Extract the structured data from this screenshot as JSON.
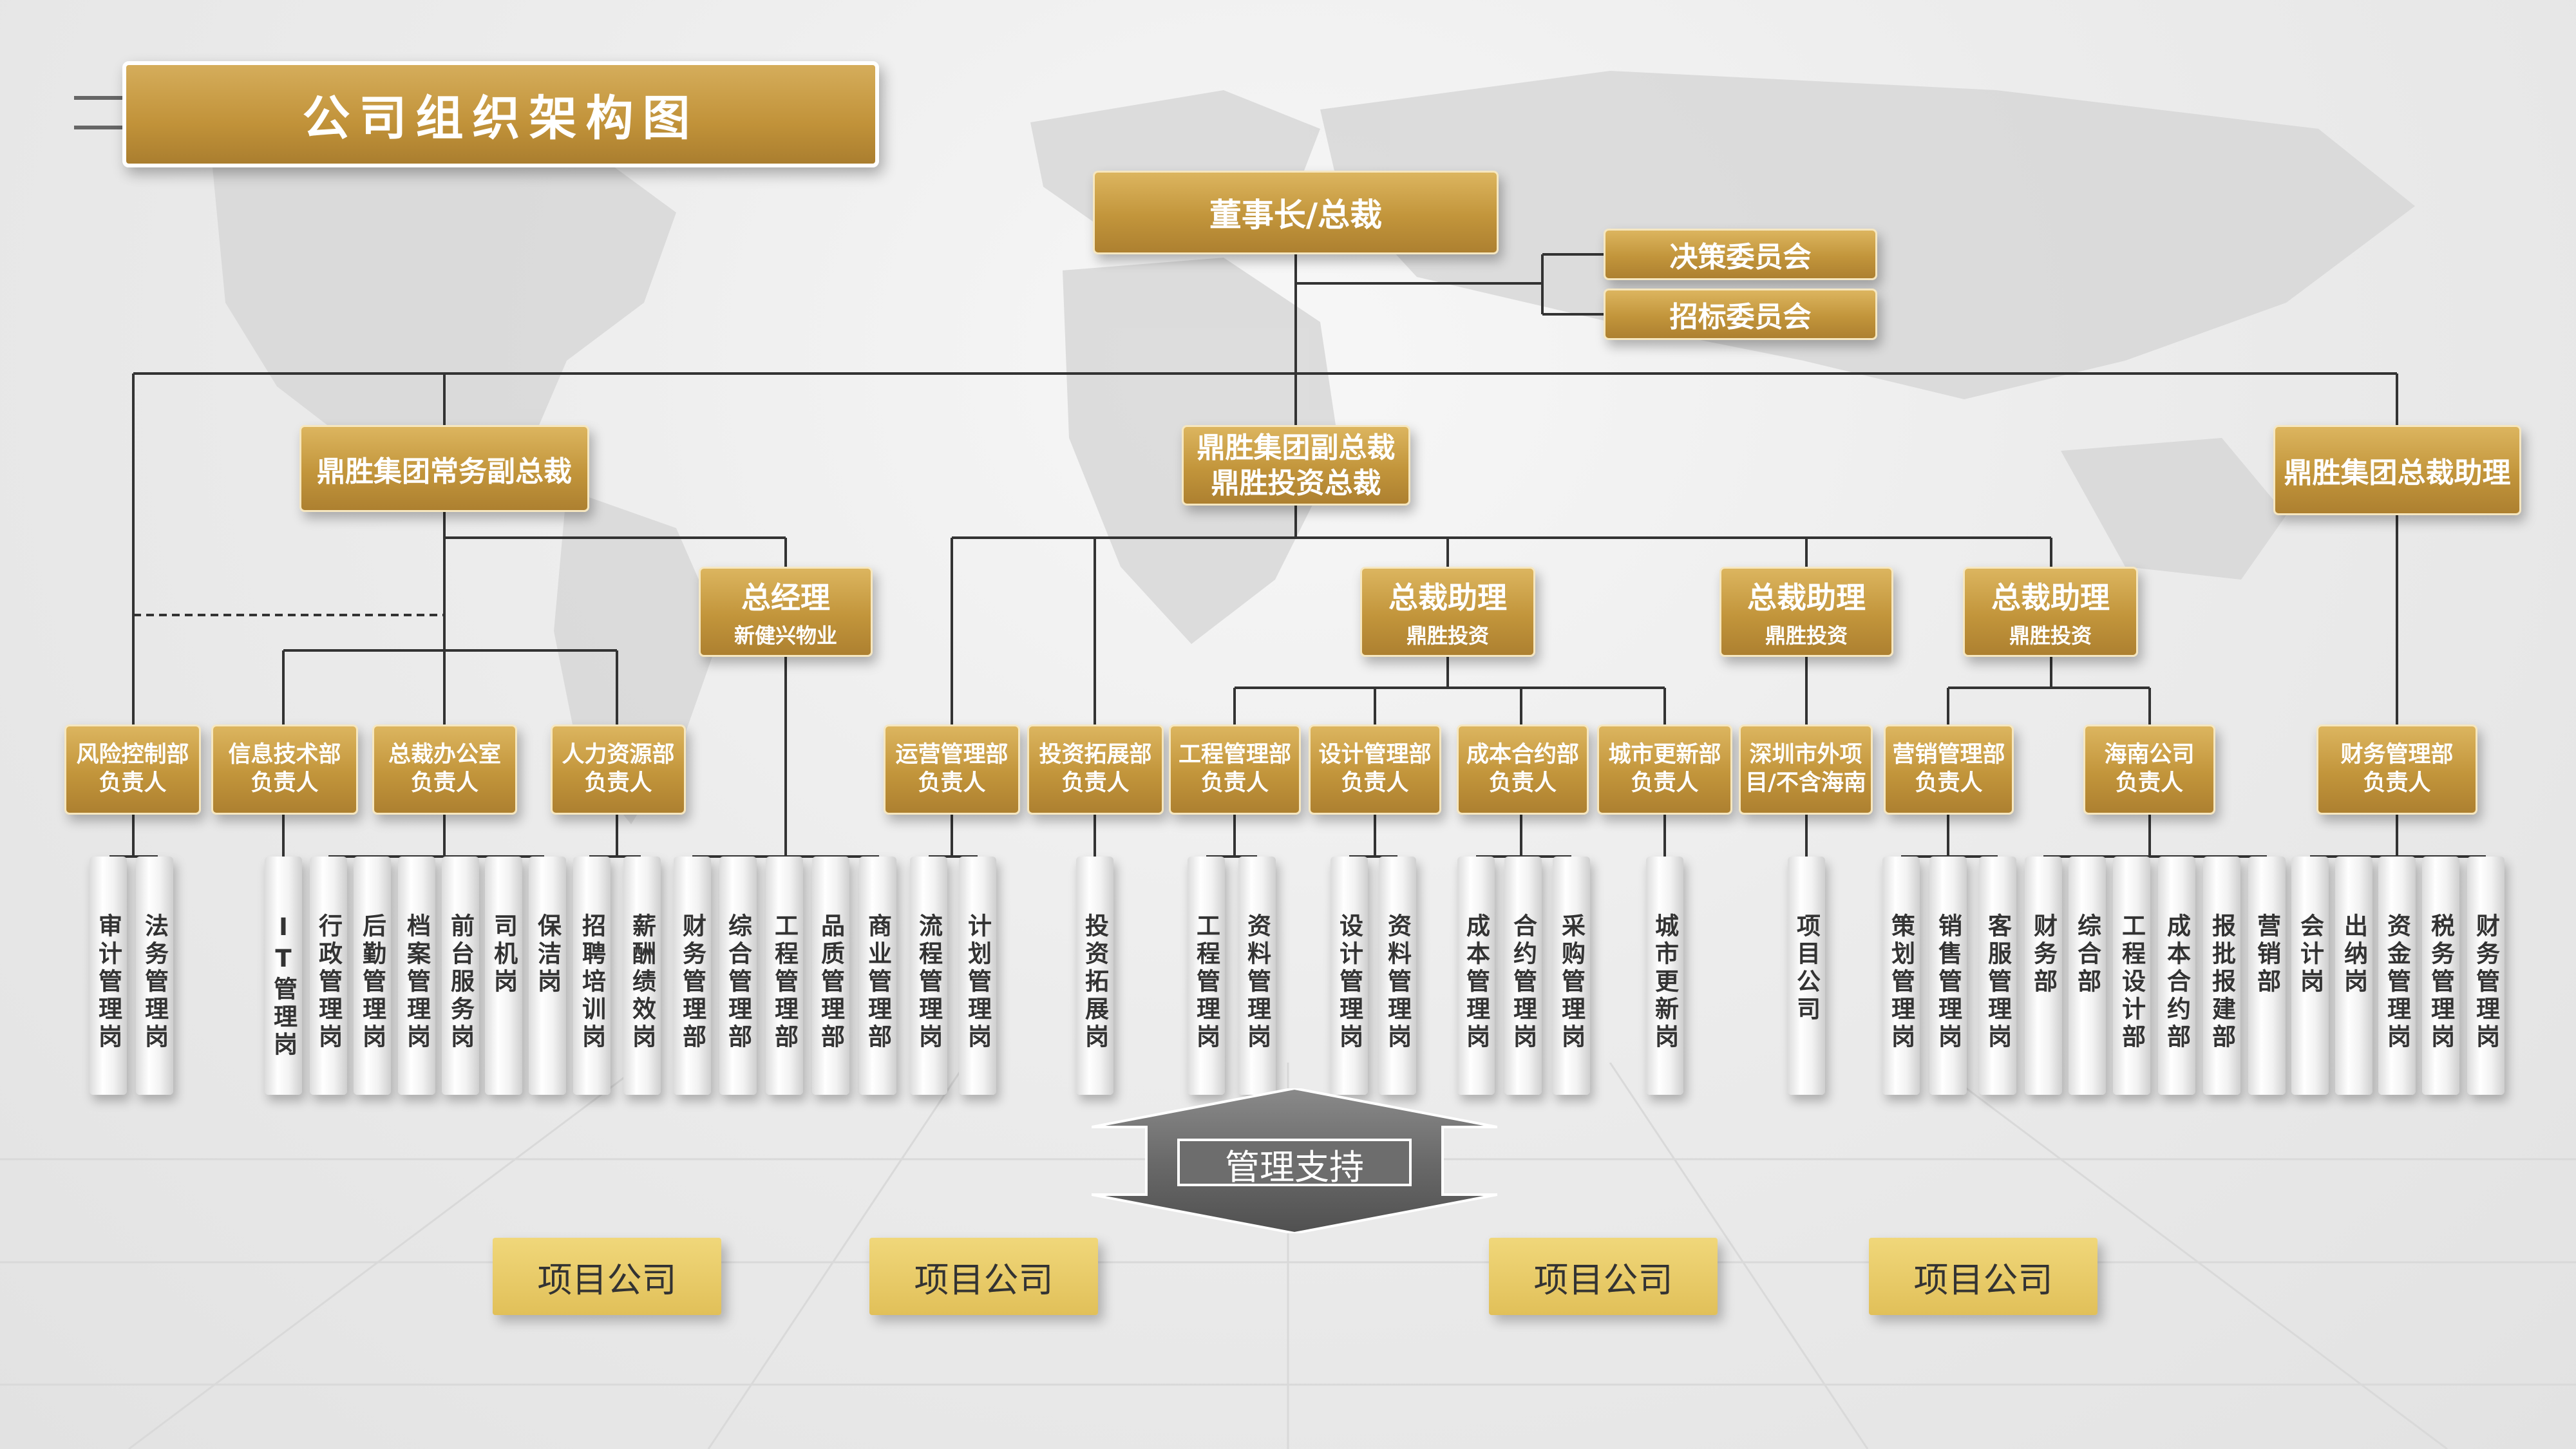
{
  "title": "公司组织架构图",
  "top": {
    "label": "董事长/总裁"
  },
  "committees": [
    {
      "id": "c1",
      "label": "决策委员会"
    },
    {
      "id": "c2",
      "label": "招标委员会"
    }
  ],
  "level2": [
    {
      "id": "vp1",
      "lines": [
        "鼎胜集团常务副总裁"
      ]
    },
    {
      "id": "vp2",
      "lines": [
        "鼎胜集团副总裁",
        "鼎胜投资总裁"
      ]
    },
    {
      "id": "asst",
      "lines": [
        "鼎胜集团总裁助理"
      ]
    }
  ],
  "level3": [
    {
      "id": "gm",
      "title": "总经理",
      "sub": "新健兴物业"
    },
    {
      "id": "pa1",
      "title": "总裁助理",
      "sub": "鼎胜投资"
    },
    {
      "id": "pa2",
      "title": "总裁助理",
      "sub": "鼎胜投资"
    },
    {
      "id": "pa3",
      "title": "总裁助理",
      "sub": "鼎胜投资"
    }
  ],
  "departments": [
    {
      "id": "d1",
      "lines": [
        "风险控制部",
        "负责人"
      ]
    },
    {
      "id": "d2",
      "lines": [
        "信息技术部",
        "负责人"
      ]
    },
    {
      "id": "d3",
      "lines": [
        "总裁办公室",
        "负责人"
      ]
    },
    {
      "id": "d4",
      "lines": [
        "人力资源部",
        "负责人"
      ]
    },
    {
      "id": "d5",
      "lines": [
        "运营管理部",
        "负责人"
      ]
    },
    {
      "id": "d6",
      "lines": [
        "投资拓展部",
        "负责人"
      ]
    },
    {
      "id": "d7",
      "lines": [
        "工程管理部",
        "负责人"
      ]
    },
    {
      "id": "d8",
      "lines": [
        "设计管理部",
        "负责人"
      ]
    },
    {
      "id": "d9",
      "lines": [
        "成本合约部",
        "负责人"
      ]
    },
    {
      "id": "d10",
      "lines": [
        "城市更新部",
        "负责人"
      ]
    },
    {
      "id": "d11",
      "lines": [
        "深圳市外项",
        "目/不含海南"
      ]
    },
    {
      "id": "d12",
      "lines": [
        "营销管理部",
        "负责人"
      ]
    },
    {
      "id": "d13",
      "lines": [
        "海南公司",
        "负责人"
      ]
    },
    {
      "id": "d14",
      "lines": [
        "财务管理部",
        "负责人"
      ]
    }
  ],
  "positions": [
    "审计管理岗",
    "法务管理岗",
    "IT管理岗",
    "行政管理岗",
    "后勤管理岗",
    "档案管理岗",
    "前台服务岗",
    "司机岗",
    "保洁岗",
    "招聘培训岗",
    "薪酬绩效岗",
    "财务管理部",
    "综合管理部",
    "工程管理部",
    "品质管理部",
    "商业管理部",
    "流程管理岗",
    "计划管理岗",
    "投资拓展岗",
    "工程管理岗",
    "资料管理岗",
    "设计管理岗",
    "资料管理岗",
    "成本管理岗",
    "合约管理岗",
    "采购管理岗",
    "城市更新岗",
    "项目公司",
    "策划管理岗",
    "销售管理岗",
    "客服管理岗",
    "财务部",
    "综合部",
    "工程设计部",
    "成本合约部",
    "报批报建部",
    "营销部",
    "会计岗",
    "出纳岗",
    "资金管理岗",
    "税务管理岗",
    "财务管理岗"
  ],
  "support": {
    "label": "管理支持"
  },
  "projects": [
    "项目公司",
    "项目公司",
    "项目公司",
    "项目公司"
  ],
  "colors": {
    "gold": "#c2953b",
    "line": "#333333",
    "project": "#e8cc68",
    "arrow": "#6e6e6e"
  }
}
